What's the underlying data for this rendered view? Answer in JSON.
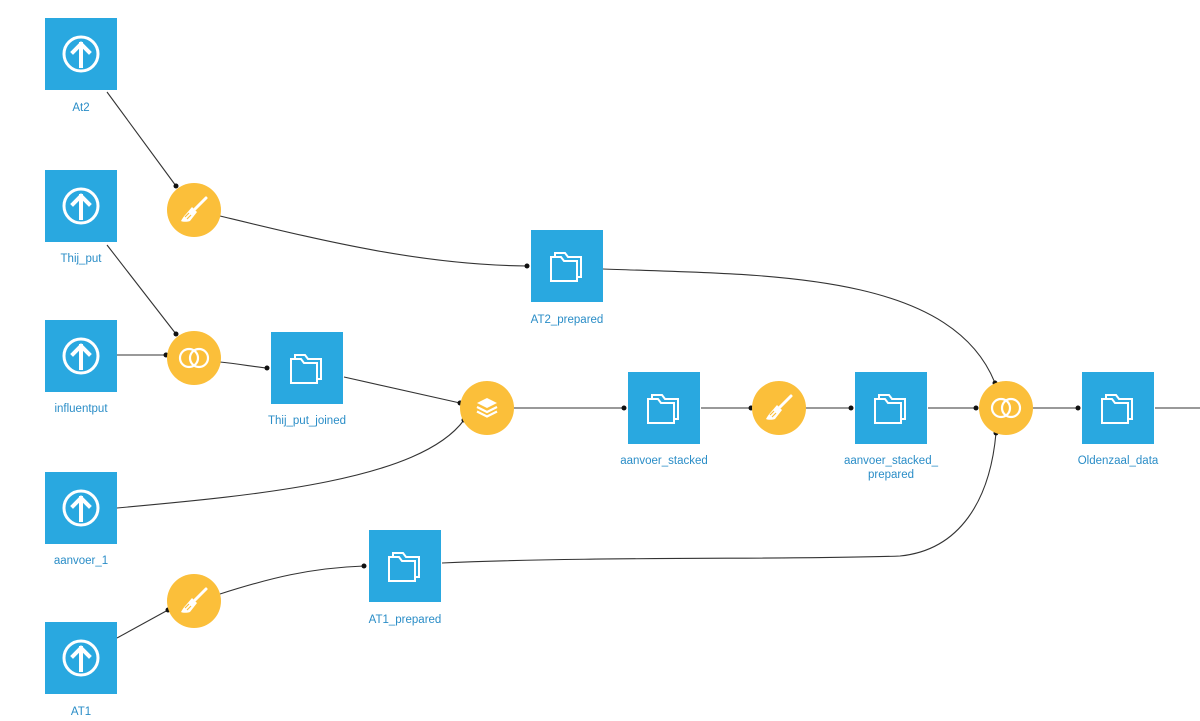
{
  "datasets": {
    "at2": {
      "label": "At2",
      "icon": "upload-icon"
    },
    "thij_put": {
      "label": "Thij_put",
      "icon": "upload-icon"
    },
    "influentput": {
      "label": "influentput",
      "icon": "upload-icon"
    },
    "aanvoer_1": {
      "label": "aanvoer_1",
      "icon": "upload-icon"
    },
    "at1": {
      "label": "AT1",
      "icon": "upload-icon"
    },
    "at2_prepared": {
      "label": "AT2_prepared",
      "icon": "folder-icon"
    },
    "thij_put_joined": {
      "label": "Thij_put_joined",
      "icon": "folder-icon"
    },
    "aanvoer_stacked": {
      "label": "aanvoer_stacked",
      "icon": "folder-icon"
    },
    "aanvoer_stacked_prepared": {
      "label": "aanvoer_stacked_\nprepared",
      "icon": "folder-icon"
    },
    "oldenzaal_data": {
      "label": "Oldenzaal_data",
      "icon": "folder-icon"
    },
    "at1_prepared": {
      "label": "AT1_prepared",
      "icon": "folder-icon"
    }
  },
  "recipes": {
    "prepare_at2": {
      "icon": "broom-icon"
    },
    "join_thij_influent": {
      "icon": "join-icon"
    },
    "stack_aanvoer": {
      "icon": "stack-icon"
    },
    "prepare_stacked": {
      "icon": "broom-icon"
    },
    "join_oldenzaal": {
      "icon": "join-icon"
    },
    "prepare_at1": {
      "icon": "broom-icon"
    }
  },
  "colors": {
    "dataset": "#29a8e0",
    "recipe": "#fbbf3a",
    "label": "#2a8dc7",
    "edge": "#333333"
  }
}
